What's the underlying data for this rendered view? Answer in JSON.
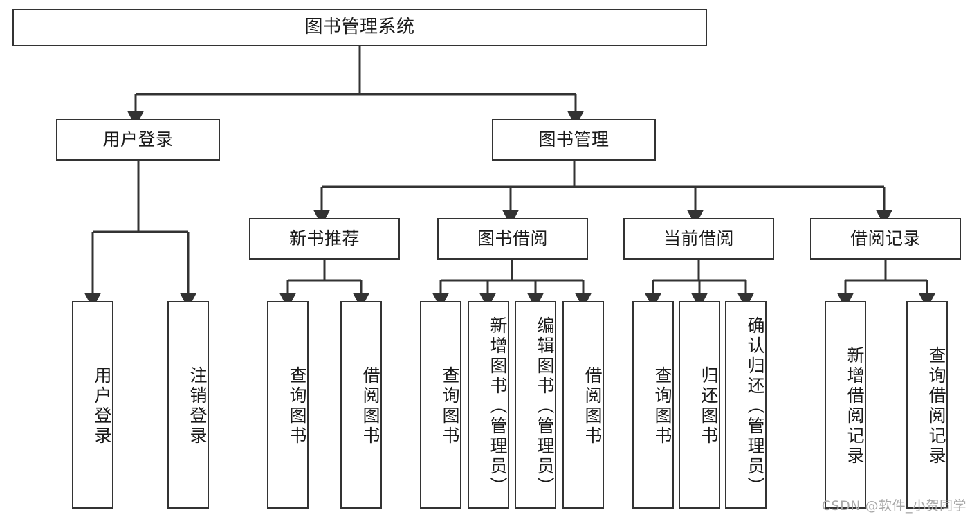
{
  "diagram": {
    "title": "图书管理系统",
    "type": "tree-hierarchy",
    "watermark": "CSDN @软件_小贺同学",
    "colors": {
      "stroke": "#333333",
      "fill": "#ffffff",
      "text": "#1a1a1a",
      "watermark": "#a8a8a8"
    },
    "levels": {
      "root": {
        "label": "图书管理系统"
      },
      "level2": [
        {
          "id": "user-login",
          "label": "用户登录"
        },
        {
          "id": "book-manage",
          "label": "图书管理"
        }
      ],
      "level3": [
        {
          "id": "new-book-recommend",
          "label": "新书推荐",
          "parent": "book-manage"
        },
        {
          "id": "book-borrow",
          "label": "图书借阅",
          "parent": "book-manage"
        },
        {
          "id": "current-borrow",
          "label": "当前借阅",
          "parent": "book-manage"
        },
        {
          "id": "borrow-record",
          "label": "借阅记录",
          "parent": "book-manage"
        }
      ],
      "leaves": [
        {
          "id": "leaf-user-login",
          "label": "用户登录",
          "parent": "user-login"
        },
        {
          "id": "leaf-logout",
          "label": "注销登录",
          "parent": "user-login"
        },
        {
          "id": "leaf-query-book-1",
          "label": "查询图书",
          "parent": "new-book-recommend"
        },
        {
          "id": "leaf-borrow-book-1",
          "label": "借阅图书",
          "parent": "new-book-recommend"
        },
        {
          "id": "leaf-query-book-2",
          "label": "查询图书",
          "parent": "book-borrow"
        },
        {
          "id": "leaf-add-book",
          "label": "新增图书（管理员）",
          "parent": "book-borrow"
        },
        {
          "id": "leaf-edit-book",
          "label": "编辑图书（管理员）",
          "parent": "book-borrow"
        },
        {
          "id": "leaf-borrow-book-2",
          "label": "借阅图书",
          "parent": "book-borrow"
        },
        {
          "id": "leaf-query-book-3",
          "label": "查询图书",
          "parent": "current-borrow"
        },
        {
          "id": "leaf-return-book",
          "label": "归还图书",
          "parent": "current-borrow"
        },
        {
          "id": "leaf-confirm-return",
          "label": "确认归还（管理员）",
          "parent": "current-borrow"
        },
        {
          "id": "leaf-add-record",
          "label": "新增借阅记录",
          "parent": "borrow-record"
        },
        {
          "id": "leaf-query-record",
          "label": "查询借阅记录",
          "parent": "borrow-record"
        }
      ]
    }
  }
}
